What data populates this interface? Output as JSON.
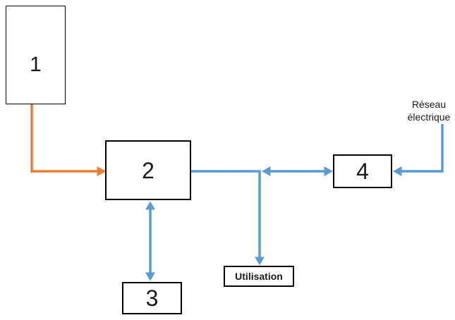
{
  "colors": {
    "orange": "#ED7D31",
    "blue": "#5B9BD5",
    "box_border": "#000000",
    "background": "#FFFFFF"
  },
  "boxes": {
    "box1": {
      "label": "1"
    },
    "box2": {
      "label": "2"
    },
    "box3": {
      "label": "3"
    },
    "box4": {
      "label": "4"
    },
    "utilisation": {
      "label": "Utilisation"
    }
  },
  "annotations": {
    "reseau_electrique": "Réseau électrique"
  }
}
